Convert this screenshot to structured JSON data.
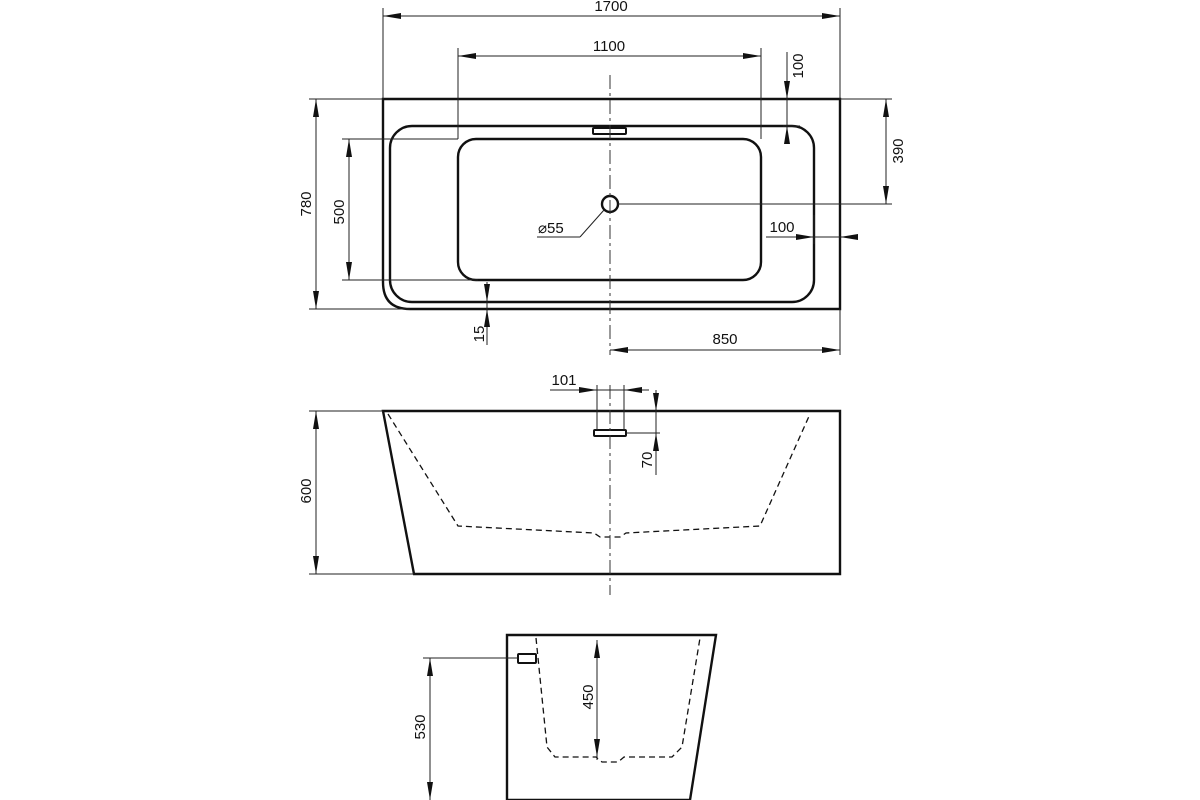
{
  "top_view": {
    "overall_length": "1700",
    "basin_length": "1100",
    "rim_offset_top": "100",
    "drain_offset": "390",
    "overall_width": "780",
    "basin_width": "500",
    "drain_diameter": "⌀55",
    "rim_offset_right": "100",
    "corner_gap": "15",
    "half_length": "850"
  },
  "side_view": {
    "overflow_width": "101",
    "overflow_depth": "70",
    "height": "600"
  },
  "end_view": {
    "overflow_height": "530",
    "inner_depth": "450"
  }
}
